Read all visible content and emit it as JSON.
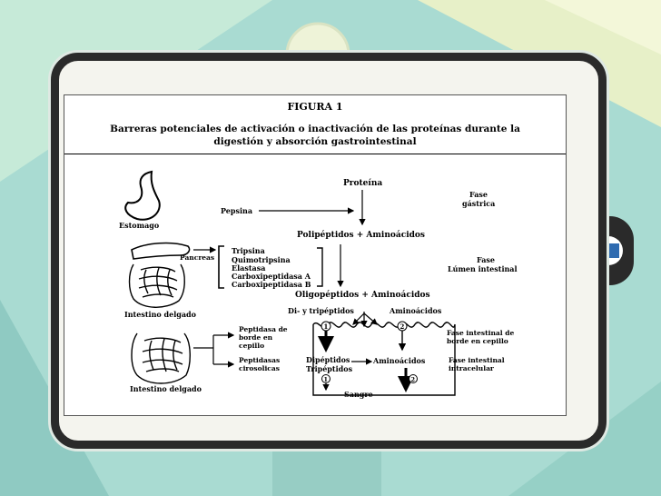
{
  "figure": {
    "title": "FIGURA 1",
    "subtitle": "Barreras potenciales de activación o inactivación de las proteínas durante la digestión y absorción gastrointestinal"
  },
  "organs": {
    "stomach": "Estomago",
    "pancreas": "Pancreas",
    "intestine_1": "Intestino delgado",
    "intestine_2": "Intestino delgado"
  },
  "stage1": {
    "protein": "Proteína",
    "enzyme": "Pepsina",
    "products": "Polipéptidos + Aminoácidos",
    "phase": [
      "Fase",
      "gástrica"
    ]
  },
  "stage2": {
    "enzymes": [
      "Tripsina",
      "Quimotripsina",
      "Elastasa",
      "Carboxipeptidasa A",
      "Carboxipeptidasa B"
    ],
    "products": "Oligopéptidos + Aminoácidos",
    "phase": [
      "Fase",
      "Lúmen intestinal"
    ]
  },
  "stage3": {
    "peptidase_border": [
      "Peptidasa de",
      "borde en",
      "cepillo"
    ],
    "peptidase_cyto": [
      "Peptidasas",
      "cirosolicas"
    ],
    "di_tri": "Di- y tripéptidos",
    "amino_top": "Aminoácidos",
    "dipeptides": "Dipéptidos",
    "tripeptides": "Tripéptidos",
    "amino_inner": "Aminoácidos",
    "blood": "Sangre",
    "marker_1": "1",
    "marker_2": "2",
    "phase_border": [
      "Fase intestinal de",
      "borde en cepillo"
    ],
    "phase_intra": [
      "Fase intestinal",
      "intracelular"
    ]
  },
  "colors": {
    "board_border": "#2a2a2a",
    "background": "#a8d8cf",
    "pill_red": "#d9402e",
    "pill_blue": "#2f6bb0"
  }
}
